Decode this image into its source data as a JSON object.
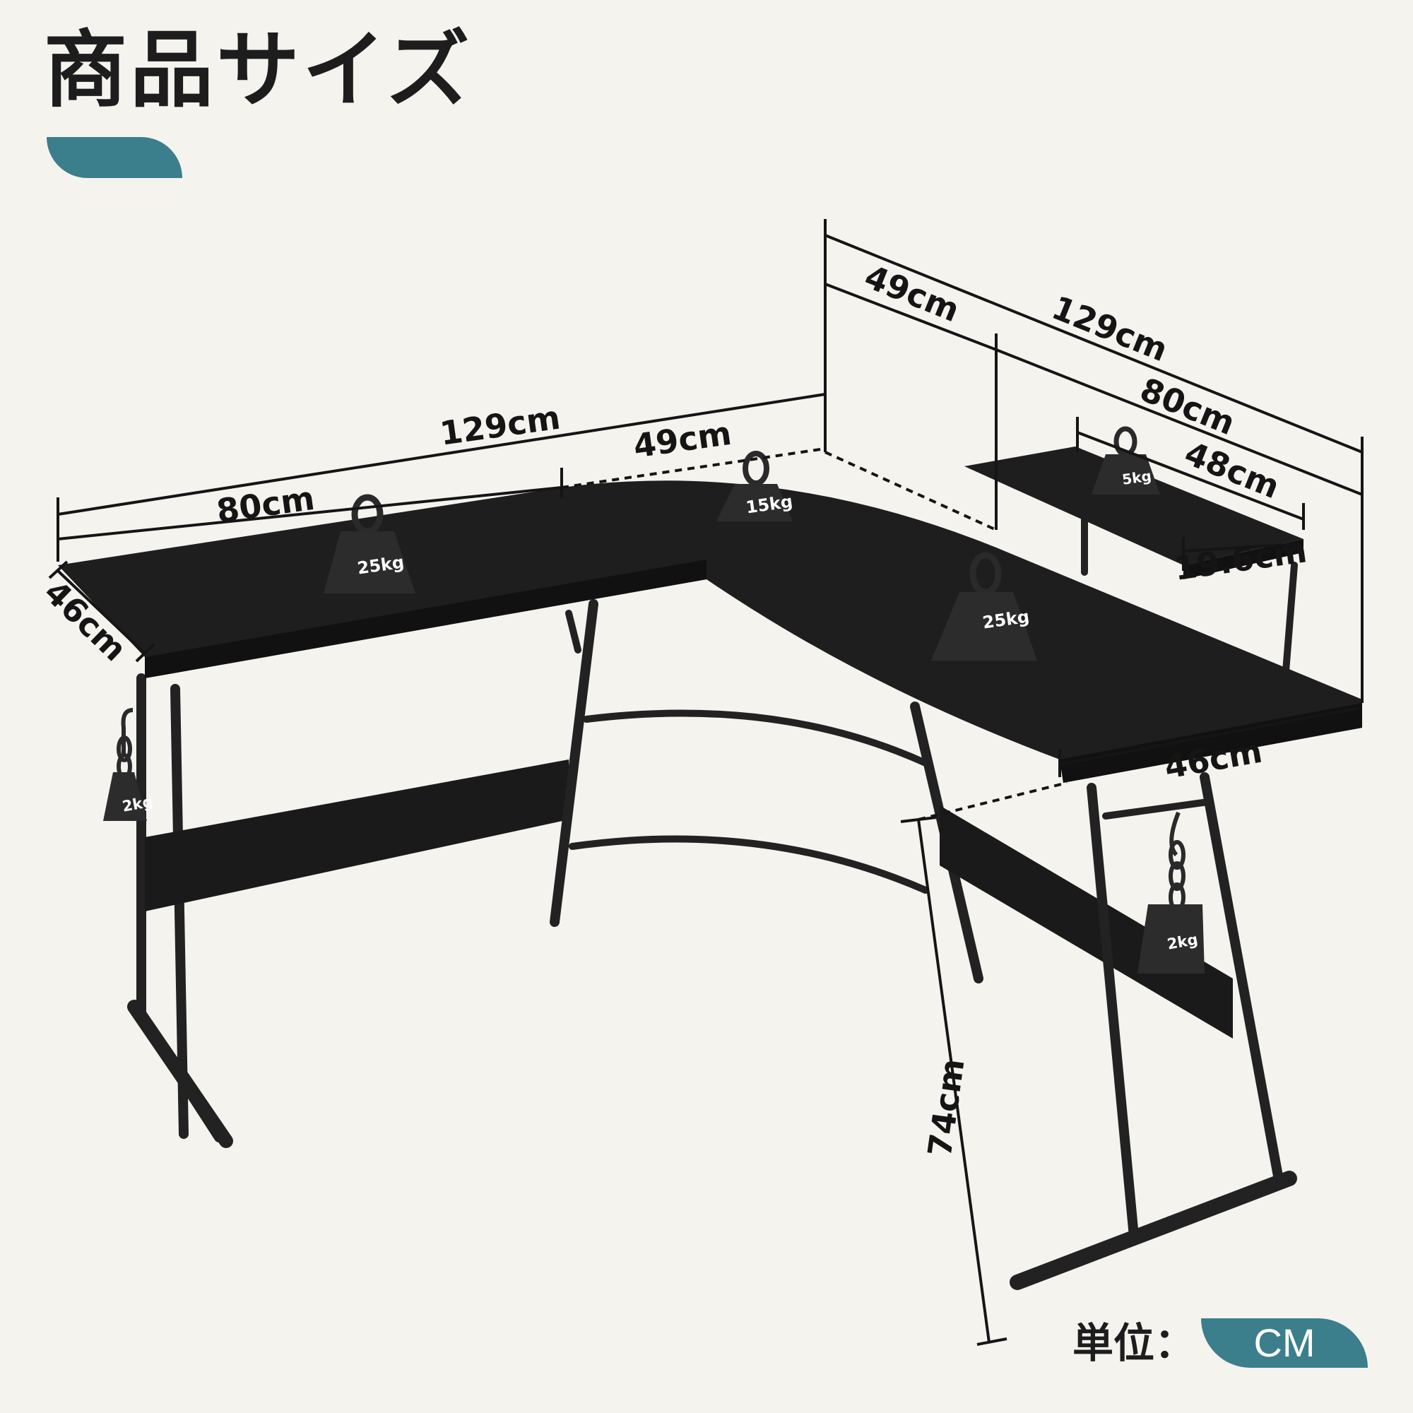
{
  "header": {
    "title": "商品サイズ"
  },
  "dimensions": {
    "left_total": "129cm",
    "left_main": "80cm",
    "left_corner": "49cm",
    "left_depth": "46cm",
    "right_total": "129cm",
    "right_corner": "49cm",
    "right_main": "80cm",
    "shelf_width": "48cm",
    "shelf_height": "19.6cm",
    "right_depth": "46cm",
    "height": "74cm"
  },
  "weights": {
    "left_top": "25kg",
    "corner_top": "15kg",
    "right_top": "25kg",
    "shelf": "5kg",
    "left_hook": "2kg",
    "right_hook": "2kg"
  },
  "footer": {
    "unit_label": "単位：",
    "unit_value": "CM"
  },
  "colors": {
    "accent": "#3b7e8c",
    "desk": "#1e1e1e",
    "background": "#f5f3ee"
  }
}
